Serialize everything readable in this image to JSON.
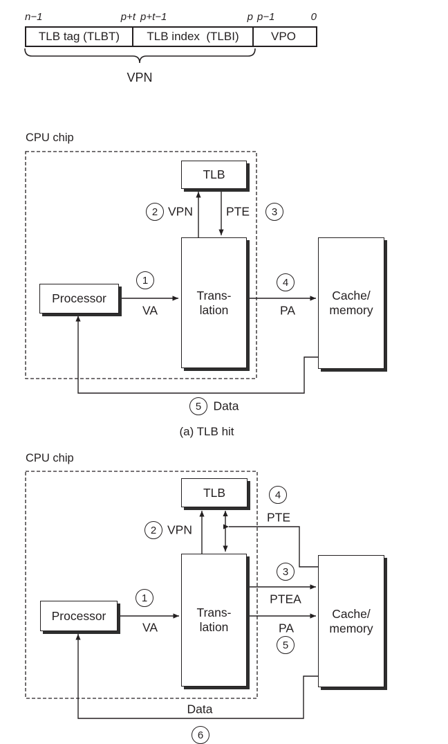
{
  "colors": {
    "ink": "#231f20",
    "paper": "#ffffff"
  },
  "address_bar": {
    "bit_positions": [
      "n−1",
      "p+t",
      "p+t−1",
      "p",
      "p−1",
      "0"
    ],
    "fields": [
      "TLB tag (TLBT)",
      "TLB index  (TLBI)",
      "VPO"
    ],
    "brace_label": "VPN"
  },
  "diagram_a": {
    "chip_label": "CPU chip",
    "tlb": "TLB",
    "translation": [
      "Trans-",
      "lation"
    ],
    "processor": "Processor",
    "cache": [
      "Cache/",
      "memory"
    ],
    "steps": {
      "s1": {
        "num": "1",
        "label": "VA"
      },
      "s2": {
        "num": "2",
        "label": "VPN"
      },
      "s3": {
        "num": "3",
        "label": "PTE"
      },
      "s4": {
        "num": "4",
        "label": "PA"
      },
      "s5": {
        "num": "5",
        "label": "Data"
      }
    },
    "caption": "(a) TLB hit"
  },
  "diagram_b": {
    "chip_label": "CPU chip",
    "tlb": "TLB",
    "translation": [
      "Trans-",
      "lation"
    ],
    "processor": "Processor",
    "cache": [
      "Cache/",
      "memory"
    ],
    "steps": {
      "s1": {
        "num": "1",
        "label": "VA"
      },
      "s2": {
        "num": "2",
        "label": "VPN"
      },
      "s3": {
        "num": "3",
        "label": "PTEA"
      },
      "s4": {
        "num": "4",
        "label": "PTE"
      },
      "s5": {
        "num": "5",
        "label": "PA"
      },
      "s6": {
        "num": "6",
        "label": "Data"
      }
    }
  }
}
